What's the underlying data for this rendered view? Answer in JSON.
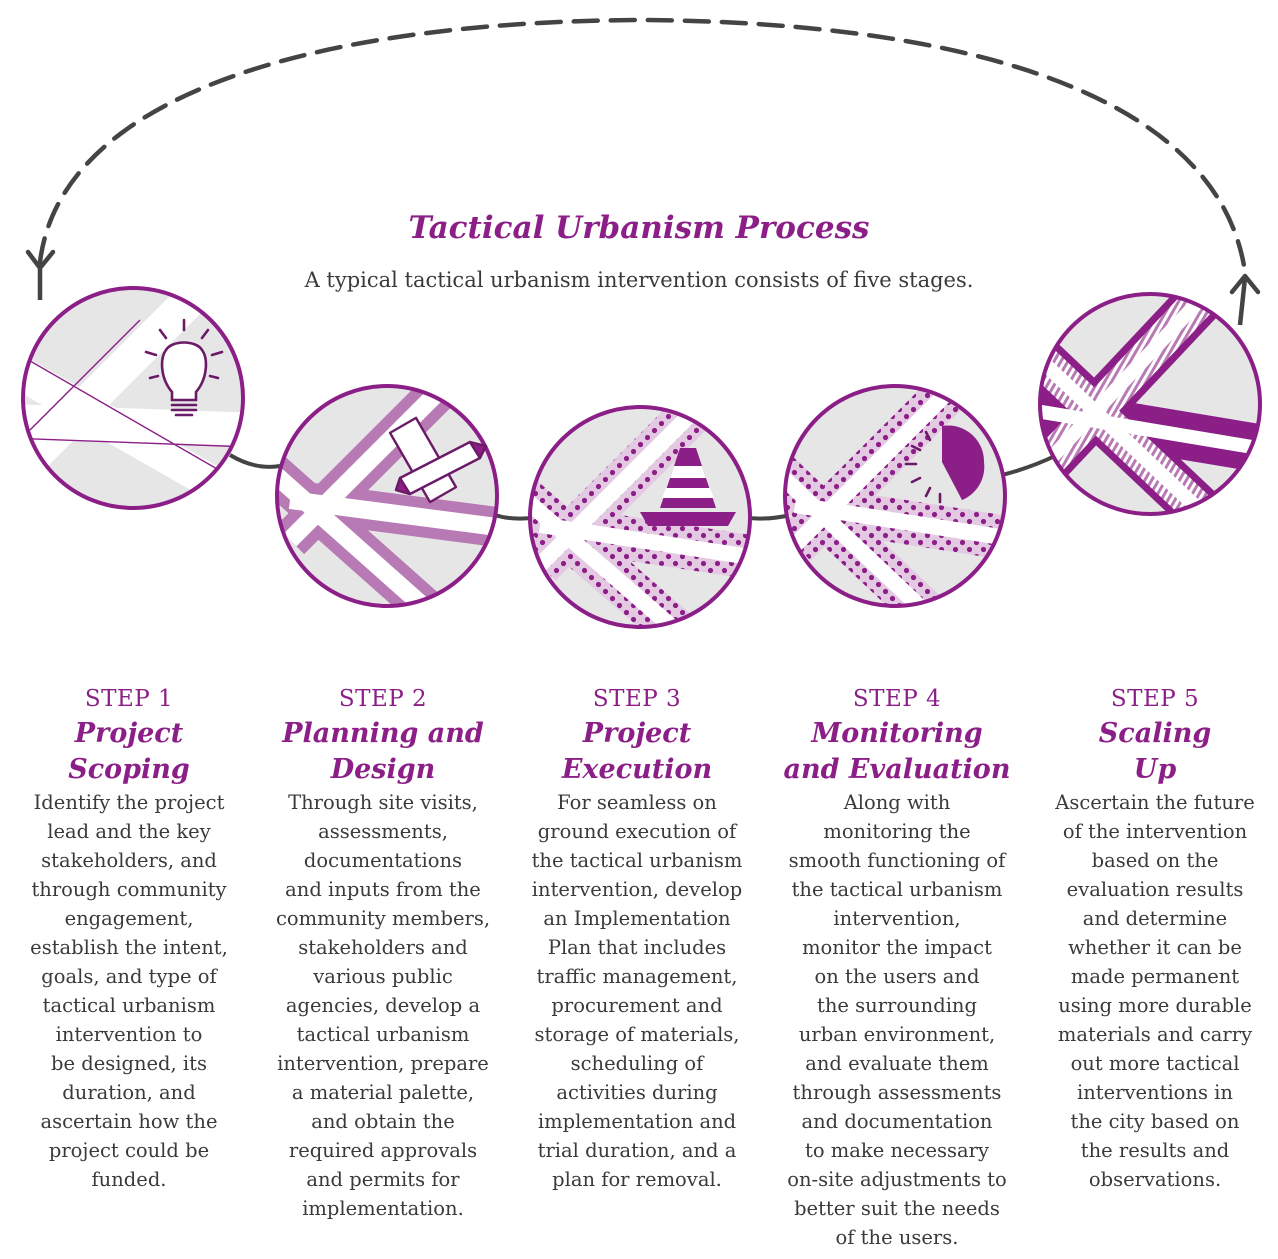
{
  "title": "Tactical Urbanism Process",
  "subtitle": "A typical tactical urbanism intervention consists of five stages.",
  "colors": {
    "accent": "#8c1f87",
    "accent_light": "#b87ab4",
    "accent_pale": "#e4c9e2",
    "road_bg": "#e6e6e6",
    "connector": "#444444",
    "text": "#3a3a3a"
  },
  "steps": [
    {
      "number": "STEP 1",
      "name": "Project\nScoping",
      "icon": "lightbulb-icon",
      "description": "Identify the project\nlead and the key\nstakeholders, and\nthrough community\nengagement,\nestablish the intent,\ngoals, and type of\ntactical urbanism\nintervention to\nbe designed, its\nduration, and\nascertain how the\nproject could be\nfunded."
    },
    {
      "number": "STEP 2",
      "name": "Planning and\nDesign",
      "icon": "pencil-ruler-icon",
      "description": "Through site visits,\nassessments,\ndocumentations\nand inputs from the\ncommunity members,\nstakeholders and\nvarious public\nagencies, develop a\ntactical urbanism\nintervention, prepare\na material palette,\nand obtain the\nrequired approvals\nand permits for\nimplementation."
    },
    {
      "number": "STEP 3",
      "name": "Project\nExecution",
      "icon": "traffic-cone-icon",
      "description": "For seamless on\nground execution of\nthe tactical urbanism\nintervention, develop\nan Implementation\nPlan that includes\ntraffic management,\nprocurement and\nstorage of materials,\nscheduling of\nactivities during\nimplementation and\ntrial duration, and a\nplan for removal."
    },
    {
      "number": "STEP 4",
      "name": "Monitoring\nand Evaluation",
      "icon": "gauge-icon",
      "description": "Along with\nmonitoring the\nsmooth functioning of\nthe tactical urbanism\nintervention,\nmonitor the impact\non the users and\nthe surrounding\nurban environment,\nand evaluate them\nthrough assessments\nand documentation\nto make necessary\non-site adjustments to\nbetter suit the needs\nof the users."
    },
    {
      "number": "STEP 5",
      "name": "Scaling\nUp",
      "icon": "road-network-icon",
      "description": "Ascertain the future\nof the intervention\nbased on the\nevaluation results\nand determine\nwhether it can be\nmade permanent\nusing more durable\nmaterials and carry\nout more tactical\ninterventions in\nthe city based on\nthe results and\nobservations."
    }
  ]
}
